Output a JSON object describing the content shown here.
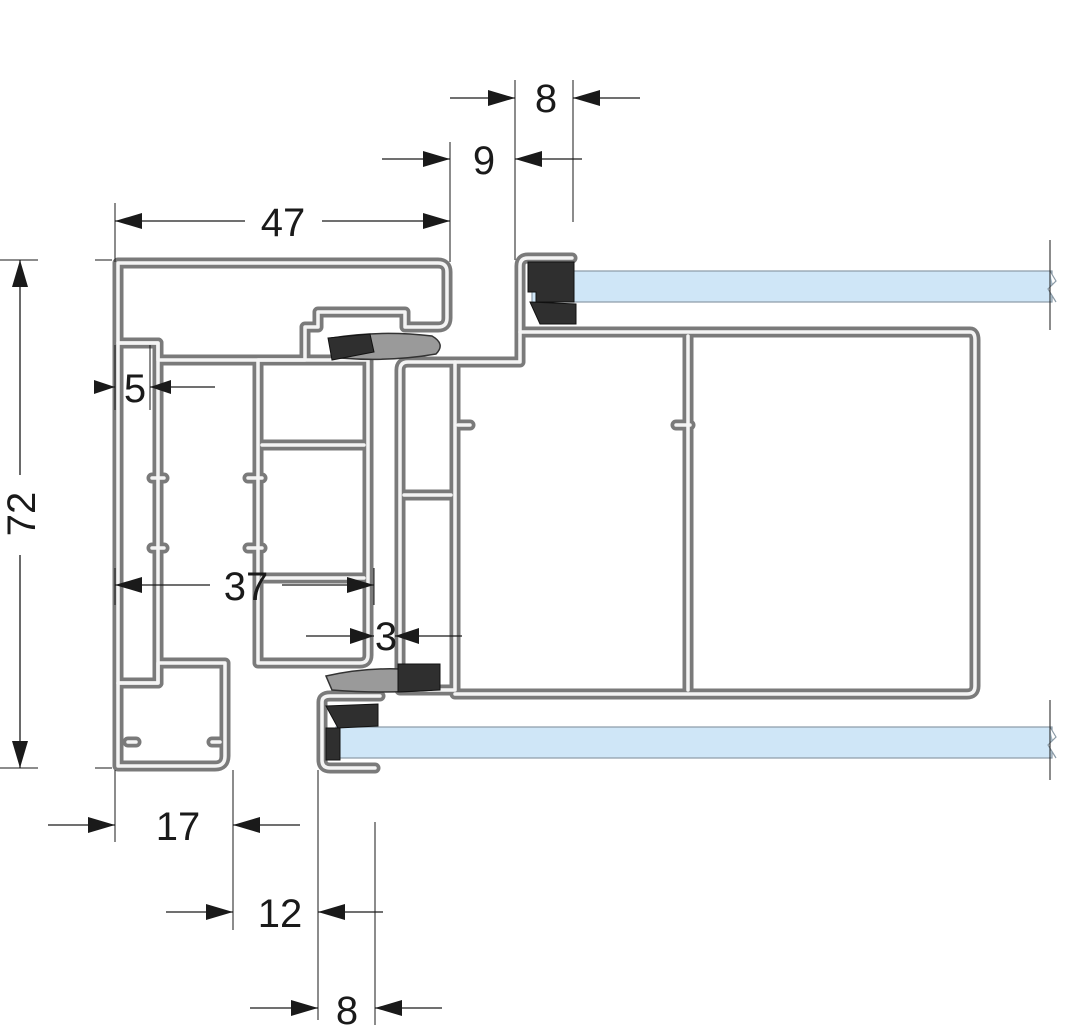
{
  "colors": {
    "profile": "#7a7a7a",
    "profile_highlight": "#f4f4f4",
    "glass": "#cfe6f7",
    "gasket": "#2f2f2f",
    "dimension": "#1a1a1a",
    "background": "#ffffff"
  },
  "dimensions": {
    "d8_top": "8",
    "d9": "9",
    "d47": "47",
    "d72": "72",
    "d5": "5",
    "d37": "37",
    "d3": "3",
    "d17": "17",
    "d12": "12",
    "d8_bottom": "8"
  }
}
